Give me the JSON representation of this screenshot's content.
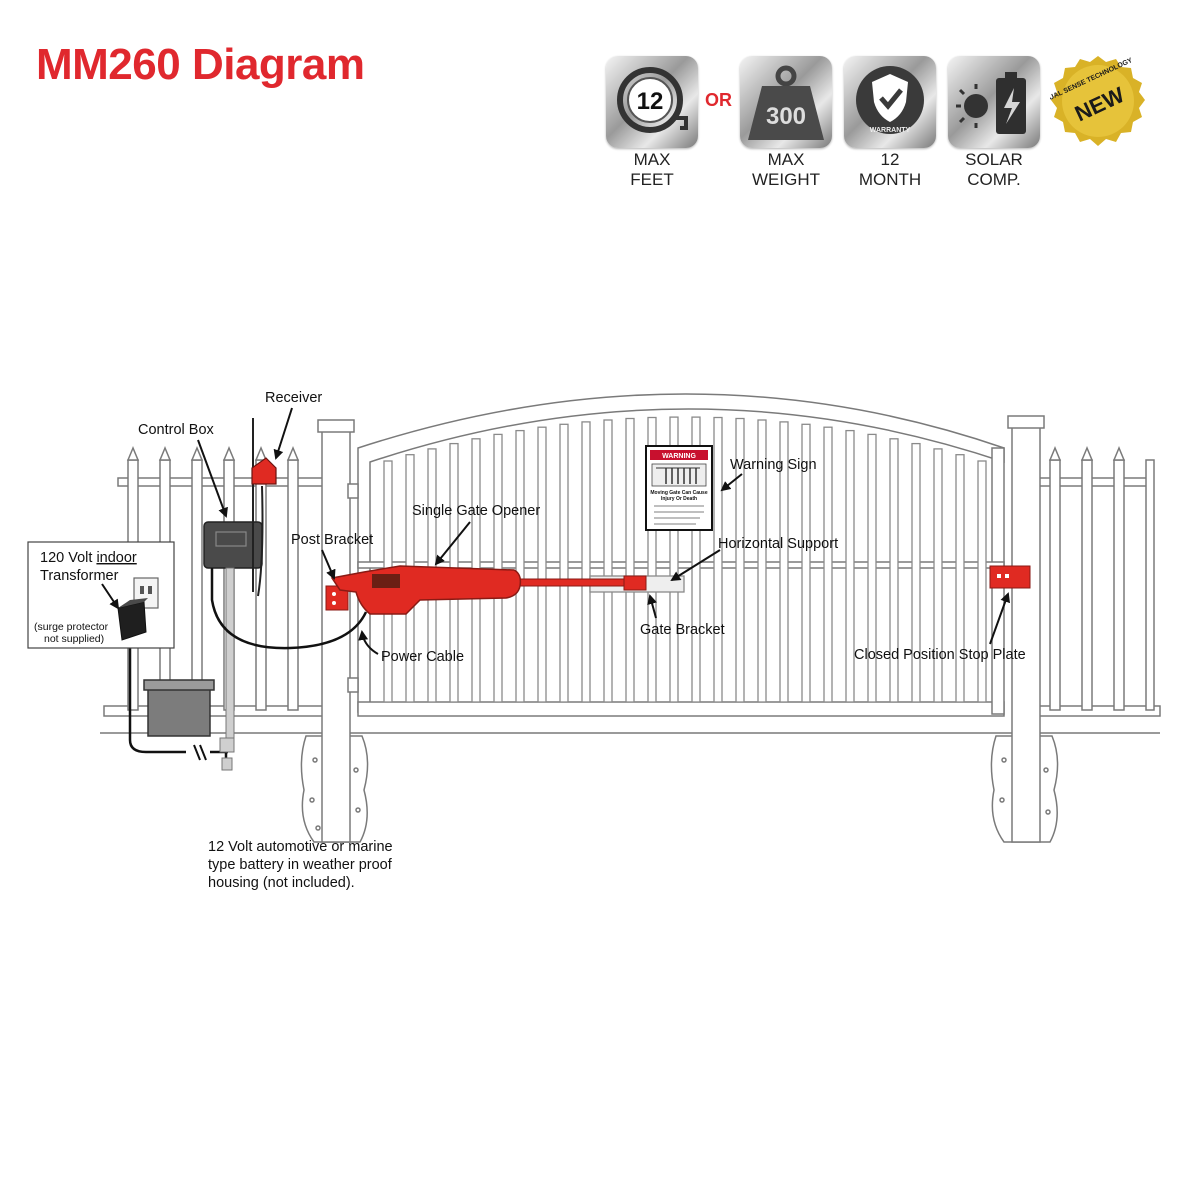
{
  "title": "MM260 Diagram",
  "or_text": "OR",
  "badges": [
    {
      "icon": "tape-measure-icon",
      "value": "12",
      "caption_line1": "MAX",
      "caption_line2": "FEET"
    },
    {
      "icon": "weight-icon",
      "value": "300",
      "caption_line1": "MAX",
      "caption_line2": "WEIGHT"
    },
    {
      "icon": "warranty-shield-icon",
      "value": "WARRANTY",
      "caption_line1": "12",
      "caption_line2": "MONTH"
    },
    {
      "icon": "solar-battery-icon",
      "value": "",
      "caption_line1": "SOLAR",
      "caption_line2": "COMP."
    }
  ],
  "seal": {
    "arc_text": "DUAL SENSE TECHNOLOGY",
    "word": "NEW"
  },
  "labels": {
    "receiver": "Receiver",
    "control_box": "Control Box",
    "transformer_line1_a": "120 Volt ",
    "transformer_line1_b": "indoor",
    "transformer_line2": "Transformer",
    "surge_line1": "(surge protector",
    "surge_line2": "not supplied)",
    "post_bracket": "Post Bracket",
    "single_gate_opener": "Single Gate Opener",
    "warning_sign": "Warning Sign",
    "horizontal_support": "Horizontal Support",
    "gate_bracket": "Gate Bracket",
    "power_cable": "Power Cable",
    "stop_plate": "Closed Position Stop Plate",
    "battery_line1": "12 Volt automotive or marine",
    "battery_line2": "type battery in weather proof",
    "battery_line3": "housing (not included).",
    "sign_header": "WARNING",
    "sign_line1": "Moving Gate Can Cause",
    "sign_line2": "Injury Or Death"
  },
  "colors": {
    "accent": "#e0282e",
    "fence": "#6f6f6f",
    "opener": "#e02a22",
    "seal_gold": "#d9b227"
  }
}
